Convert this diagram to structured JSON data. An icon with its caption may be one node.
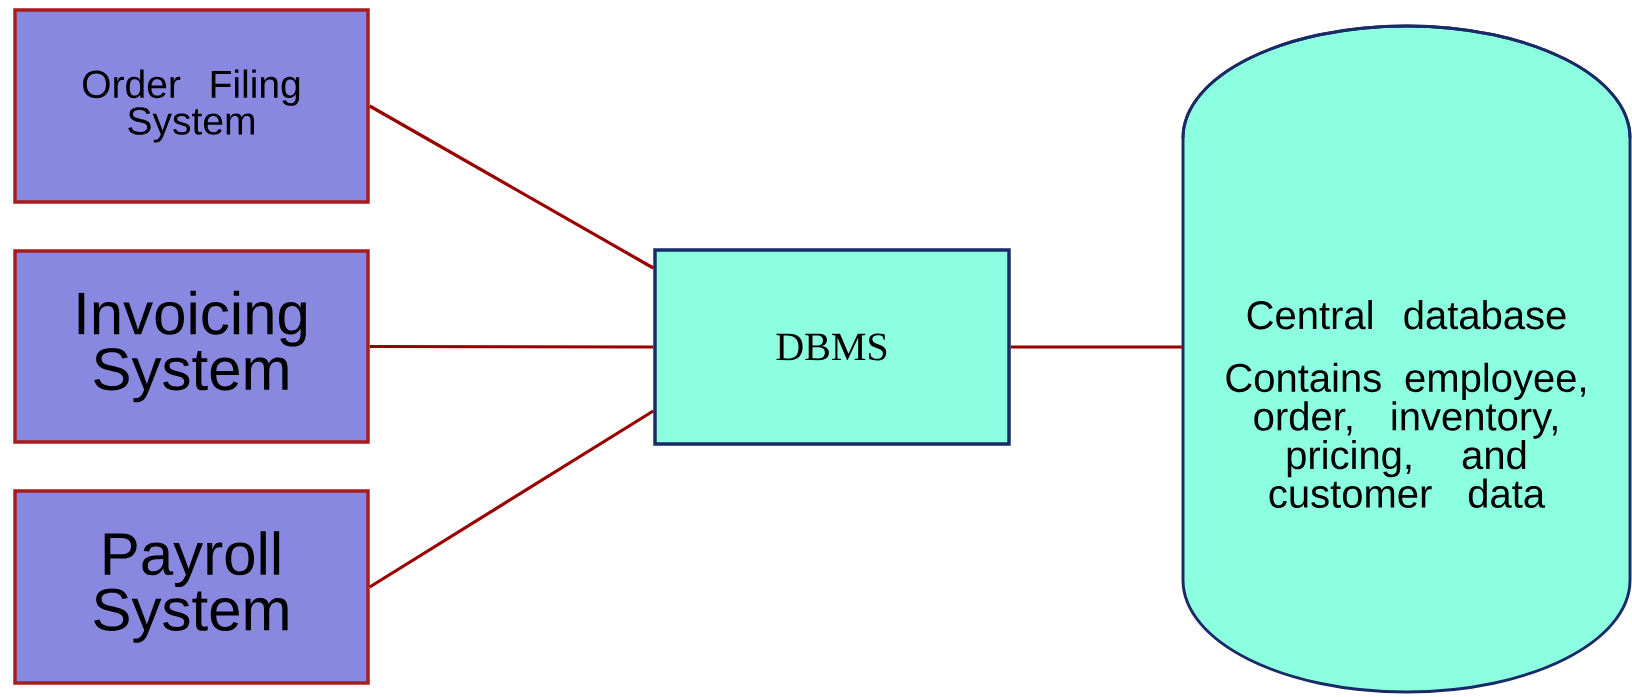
{
  "diagram": {
    "nodes": [
      {
        "text": [
          "Order Filing System"
        ]
      },
      {
        "text": [
          "Invoicing System"
        ]
      },
      {
        "text": [
          "Payroll System"
        ]
      },
      {
        "text": [
          "DBMS"
        ]
      },
      {
        "text": [
          "Central database",
          "Contains employee, order, inventory, pricing, and customer data"
        ]
      }
    ],
    "edges": [
      {
        "from": 0,
        "to": 3,
        "arrow": "none"
      },
      {
        "from": 1,
        "to": 3,
        "arrow": "none"
      },
      {
        "from": 2,
        "to": 3,
        "arrow": "none"
      },
      {
        "from": 3,
        "to": 4,
        "arrow": "none"
      }
    ]
  }
}
